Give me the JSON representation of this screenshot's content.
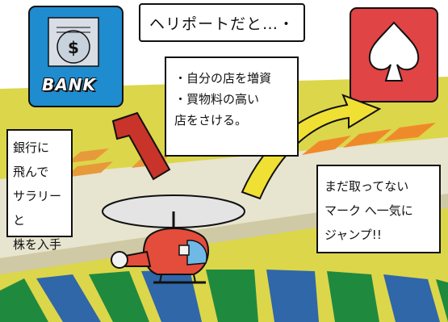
{
  "title": "ヘリポートだと…・",
  "bank_icon": {
    "label": "BANK",
    "icon": "bank-icon"
  },
  "card_icon": {
    "icon": "spade-icon"
  },
  "tip": {
    "lines": "・自分の店を増資\n・買物料の高い\n店をさける。"
  },
  "left_note": {
    "lines": "銀行に\n飛んで\nサラリーと\n株を入手"
  },
  "right_note": {
    "lines": "まだ取ってない\nマーク へ一気に\nジャンプ!!"
  },
  "colors": {
    "field": "#d9d34a",
    "road": "#e5e3d2",
    "left_arrow": "#c8332a",
    "right_arrow": "#e8d82a",
    "bank_bg": "#1e8ccf",
    "card_bg": "#e04444",
    "stripes_orange": "#ef8a2a",
    "stripes_green": "#1f8a3e",
    "stripes_blue": "#2f67a8"
  }
}
